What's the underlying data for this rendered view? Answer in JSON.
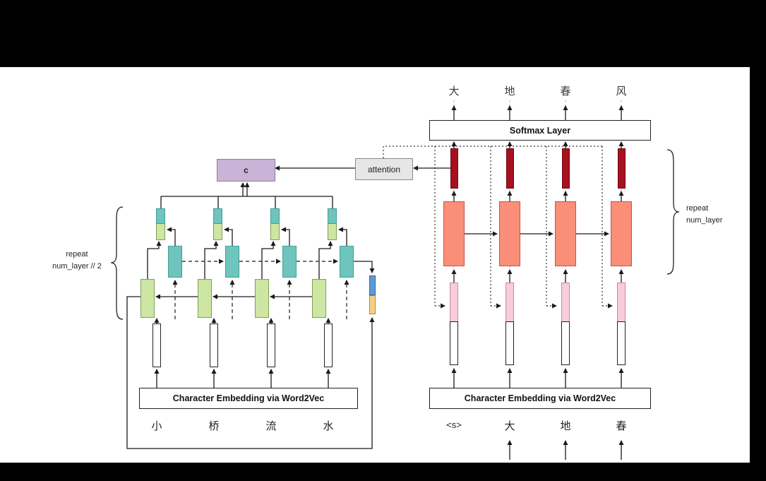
{
  "encoder": {
    "embedding_label": "Character Embedding via Word2Vec",
    "input_chars": [
      "小",
      "桥",
      "流",
      "水"
    ],
    "repeat_label": [
      "repeat",
      "num_layer // 2"
    ],
    "context_label": "c",
    "attention_label": "attention"
  },
  "decoder": {
    "softmax_label": "Softmax Layer",
    "embedding_label": "Character Embedding via Word2Vec",
    "output_chars": [
      "大",
      "地",
      "春",
      "风"
    ],
    "input_chars": [
      "<s>",
      "大",
      "地",
      "春"
    ],
    "repeat_label": [
      "repeat",
      "num_layer"
    ]
  },
  "colors": {
    "green": "#cde6a3",
    "green_border": "#7fa054",
    "teal": "#6fc5bd",
    "teal_border": "#3f9e96",
    "salmon": "#fa8e78",
    "salmon_border": "#cc5145",
    "dark_red": "#a6101f",
    "dark_red_border": "#6e0a14",
    "pink": "#f6cdd9",
    "pink_border": "#c98a9b",
    "lavender": "#c9b3d6",
    "lavender_border": "#8e7aa3",
    "gray_box": "#e6e6e6",
    "gray_border": "#8a8a8a",
    "blue": "#5b9bd5",
    "yellow": "#f8cd87"
  }
}
